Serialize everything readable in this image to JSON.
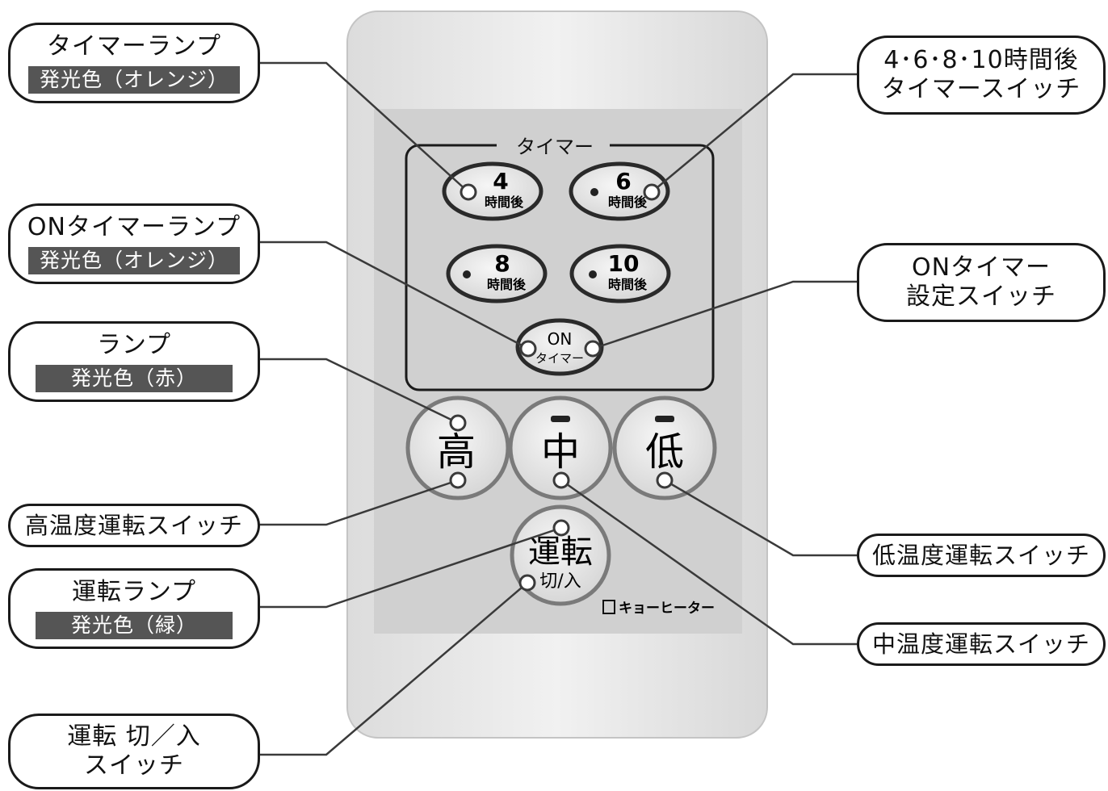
{
  "device": {
    "timer_heading": "タイマー",
    "timer_buttons": [
      {
        "number": "4",
        "unit": "時間後"
      },
      {
        "number": "6",
        "unit": "時間後"
      },
      {
        "number": "8",
        "unit": "時間後"
      },
      {
        "number": "10",
        "unit": "時間後"
      }
    ],
    "on_timer_button": {
      "line1": "ON",
      "line2": "タイマー"
    },
    "temp_buttons": {
      "high": "高",
      "mid": "中",
      "low": "低"
    },
    "power_button": {
      "line1": "運転",
      "line2": "切/入"
    },
    "brand": "キョーヒーター"
  },
  "callouts": {
    "timer_lamp": {
      "title": "タイマーランプ",
      "tag": "発光色（オレンジ）"
    },
    "on_timer_lamp": {
      "title": "ONタイマーランプ",
      "tag": "発光色（オレンジ）"
    },
    "lamp": {
      "title": "ランプ",
      "tag": "発光色（赤）"
    },
    "high_switch": {
      "title": "高温度運転スイッチ"
    },
    "run_lamp": {
      "title": "運転ランプ",
      "tag": "発光色（緑）"
    },
    "power_switch": {
      "line1": "運転 切／入",
      "line2": "スイッチ"
    },
    "timer_switch": {
      "line1": "4･6･8･10時間後",
      "line2": "タイマースイッチ"
    },
    "on_timer_switch": {
      "line1": "ONタイマー",
      "line2": "設定スイッチ"
    },
    "low_switch": {
      "title": "低温度運転スイッチ"
    },
    "mid_switch": {
      "title": "中温度運転スイッチ"
    }
  },
  "colors": {
    "outline": "#1a1a1a",
    "body": "#ececec",
    "panel": "#d0d0d0",
    "tag_bg": "#555555",
    "button_ring": "#7a7a7a"
  }
}
